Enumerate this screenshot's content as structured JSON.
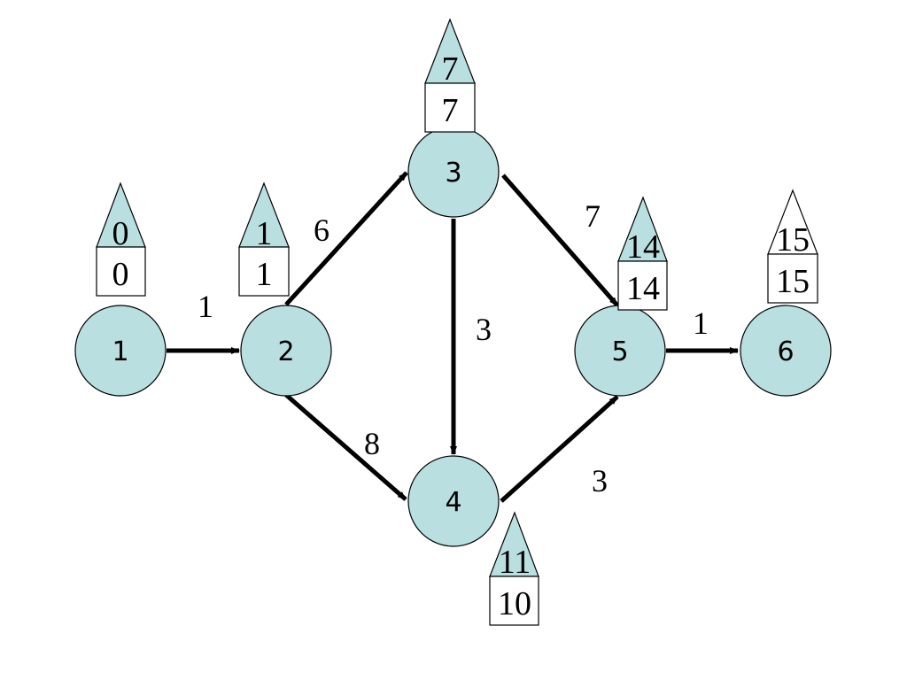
{
  "colors": {
    "node_fill": "#b9dfe1",
    "stroke": "#000000",
    "box_fill": "#ffffff",
    "background": "#ffffff"
  },
  "nodes": [
    {
      "id": "1",
      "label": "1",
      "time": {
        "top": "0",
        "bottom": "0",
        "roof_shaded": true
      }
    },
    {
      "id": "2",
      "label": "2",
      "time": {
        "top": "1",
        "bottom": "1",
        "roof_shaded": true
      }
    },
    {
      "id": "3",
      "label": "3",
      "time": {
        "top": "7",
        "bottom": "7",
        "roof_shaded": true
      }
    },
    {
      "id": "4",
      "label": "4",
      "time": {
        "top": "11",
        "bottom": "10",
        "roof_shaded": true
      }
    },
    {
      "id": "5",
      "label": "5",
      "time": {
        "top": "14",
        "bottom": "14",
        "roof_shaded": true
      }
    },
    {
      "id": "6",
      "label": "6",
      "time": {
        "top": "15",
        "bottom": "15",
        "roof_shaded": false
      }
    }
  ],
  "edges": [
    {
      "from": "1",
      "to": "2",
      "weight": "1"
    },
    {
      "from": "2",
      "to": "3",
      "weight": "6"
    },
    {
      "from": "2",
      "to": "4",
      "weight": "8"
    },
    {
      "from": "3",
      "to": "4",
      "weight": "3"
    },
    {
      "from": "3",
      "to": "5",
      "weight": "7"
    },
    {
      "from": "4",
      "to": "5",
      "weight": "3"
    },
    {
      "from": "5",
      "to": "6",
      "weight": "1"
    }
  ]
}
